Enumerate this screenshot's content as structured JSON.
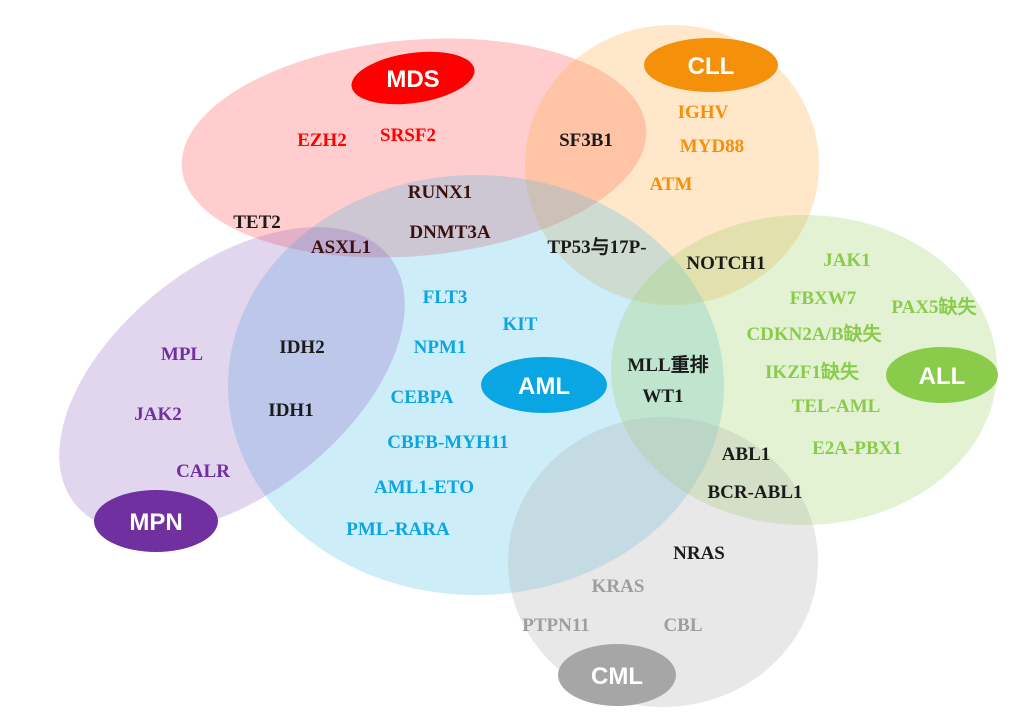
{
  "colors": {
    "mds": "#ff0000",
    "cll": "#f5900a",
    "aml": "#0aa5e3",
    "all": "#8bcb4c",
    "mpn": "#7030a0",
    "cml": "#9e9e9e",
    "dark": "#1a1a1a",
    "overlap_dark": "#3d1010"
  },
  "groups": {
    "mds": "MDS",
    "cll": "CLL",
    "aml": "AML",
    "all": "ALL",
    "mpn": "MPN",
    "cml": "CML"
  },
  "genes": {
    "ezh2": "EZH2",
    "srsf2": "SRSF2",
    "sf3b1": "SF3B1",
    "ighv": "IGHV",
    "myd88": "MYD88",
    "atm": "ATM",
    "runx1": "RUNX1",
    "dnmt3a": "DNMT3A",
    "tet2": "TET2",
    "asxl1": "ASXL1",
    "tp53": "TP53与17P-",
    "notch1": "NOTCH1",
    "jak1": "JAK1",
    "fbxw7": "FBXW7",
    "pax5": "PAX5缺失",
    "cdkn2a": "CDKN2A/B缺失",
    "ikzf1": "IKZF1缺失",
    "tel_aml": "TEL-AML",
    "e2a_pbx1": "E2A-PBX1",
    "flt3": "FLT3",
    "kit": "KIT",
    "npm1": "NPM1",
    "mll": "MLL重排",
    "wt1": "WT1",
    "cebpa": "CEBPA",
    "cbfb": "CBFB-MYH11",
    "aml1_eto": "AML1-ETO",
    "pml_rara": "PML-RARA",
    "mpl": "MPL",
    "jak2": "JAK2",
    "calr": "CALR",
    "idh2": "IDH2",
    "idh1": "IDH1",
    "abl1": "ABL1",
    "bcr_abl1": "BCR-ABL1",
    "nras": "NRAS",
    "kras": "KRAS",
    "ptpn11": "PTPN11",
    "cbl": "CBL"
  }
}
